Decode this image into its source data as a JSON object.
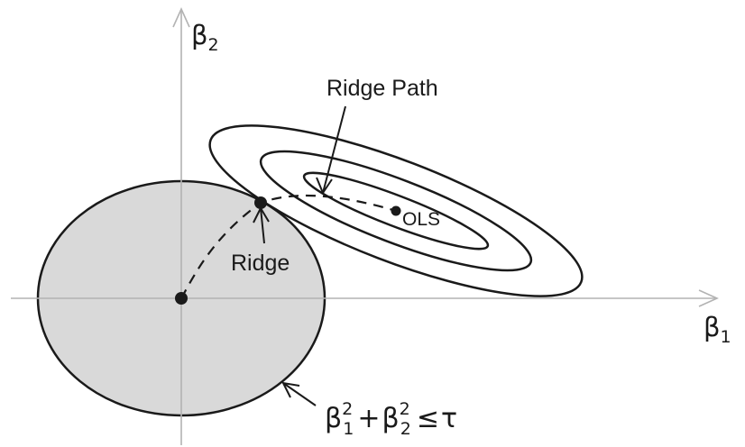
{
  "diagram": {
    "axes": {
      "x_symbol": "β",
      "x_index": "1",
      "y_symbol": "β",
      "y_index": "2"
    },
    "labels": {
      "ridge_path": "Ridge Path",
      "ols": "OLS",
      "ridge": "Ridge"
    },
    "constraint": {
      "beta": "β",
      "sub1": "1",
      "sub2": "2",
      "power": "2",
      "plus": "+",
      "relation": "≤",
      "bound": "τ"
    },
    "colors": {
      "constraint_fill": "#d9d9d9",
      "axis": "#b3b3b3",
      "ink": "#1a1a1a"
    }
  }
}
